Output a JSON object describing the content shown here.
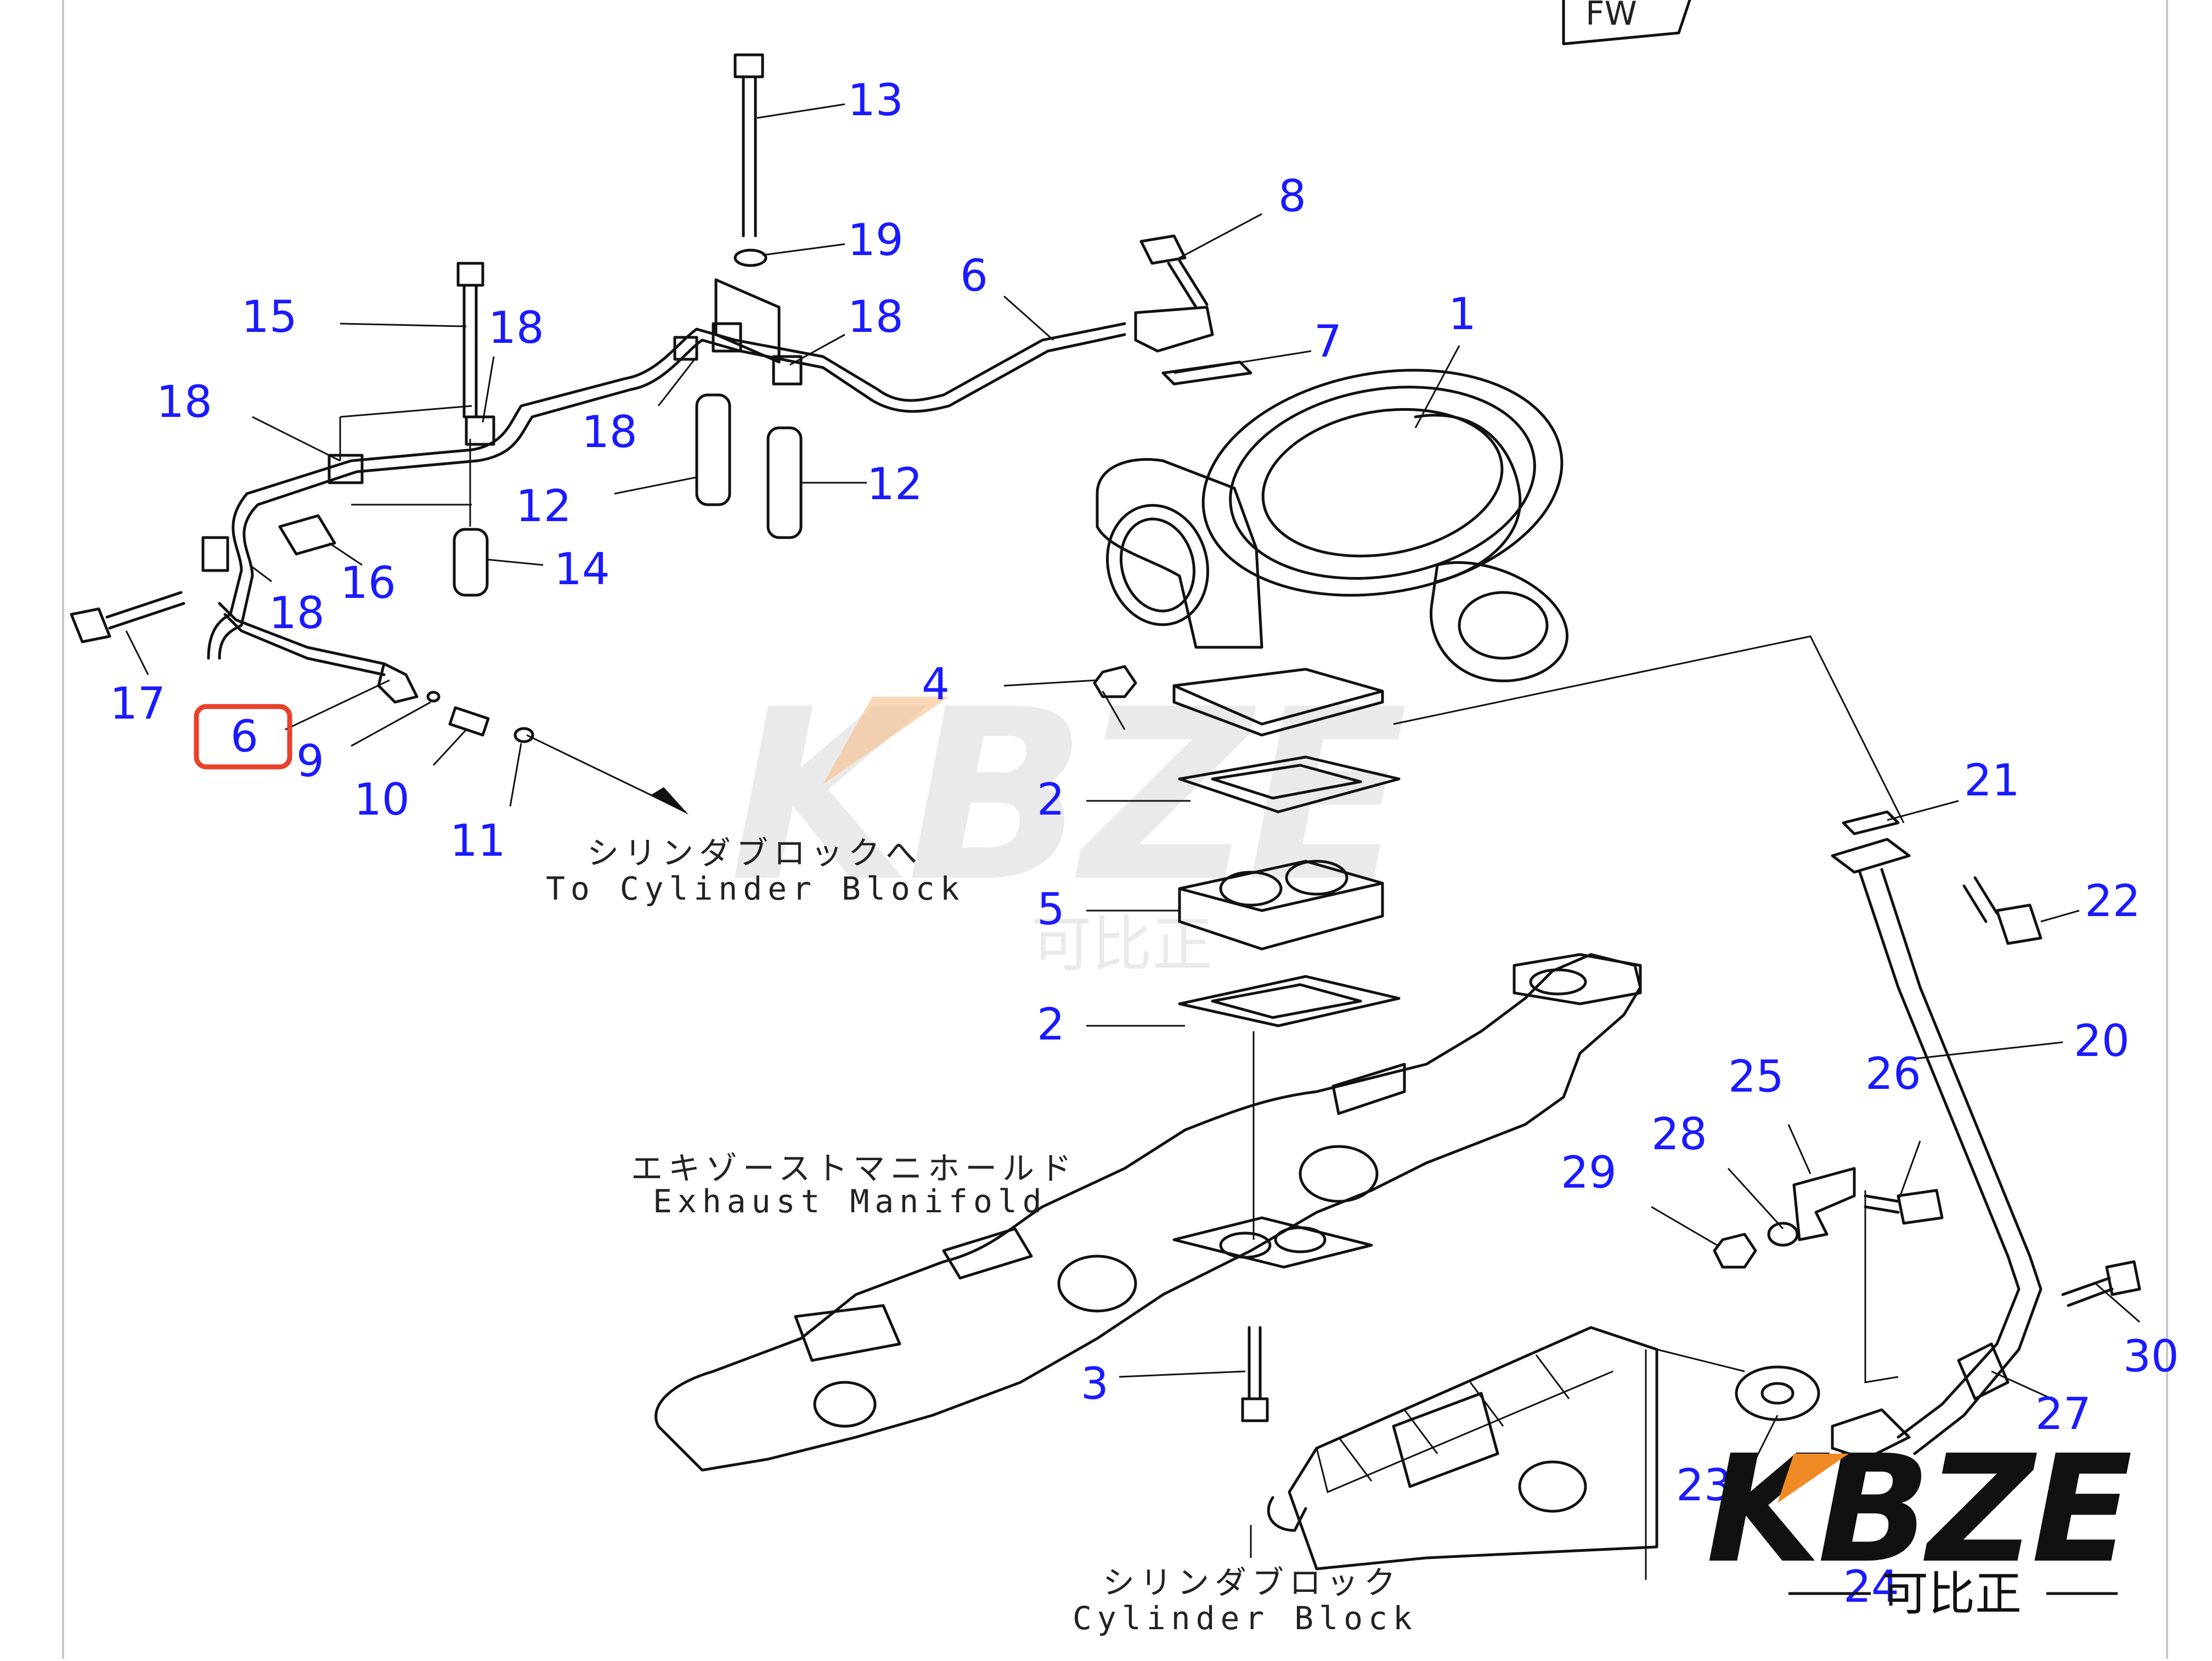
{
  "colors": {
    "callout": "#1a1aff",
    "highlight": "#e8412c",
    "watermark_orange": "#f08a24",
    "watermark_gray": "#d9d9d9",
    "logo_black": "#111111"
  },
  "callouts": [
    {
      "id": "c13",
      "label": "13"
    },
    {
      "id": "c19",
      "label": "19"
    },
    {
      "id": "c8",
      "label": "8"
    },
    {
      "id": "c6a",
      "label": "6"
    },
    {
      "id": "c18a",
      "label": "18"
    },
    {
      "id": "c18b",
      "label": "18"
    },
    {
      "id": "c15",
      "label": "15"
    },
    {
      "id": "c18c",
      "label": "18"
    },
    {
      "id": "c18d",
      "label": "18"
    },
    {
      "id": "c7",
      "label": "7"
    },
    {
      "id": "c1",
      "label": "1"
    },
    {
      "id": "c12a",
      "label": "12"
    },
    {
      "id": "c12b",
      "label": "12"
    },
    {
      "id": "c14",
      "label": "14"
    },
    {
      "id": "c16",
      "label": "16"
    },
    {
      "id": "c18e",
      "label": "18"
    },
    {
      "id": "c17",
      "label": "17"
    },
    {
      "id": "c6b",
      "label": "6"
    },
    {
      "id": "c9",
      "label": "9"
    },
    {
      "id": "c10",
      "label": "10"
    },
    {
      "id": "c11",
      "label": "11"
    },
    {
      "id": "c4",
      "label": "4"
    },
    {
      "id": "c2a",
      "label": "2"
    },
    {
      "id": "c5",
      "label": "5"
    },
    {
      "id": "c2b",
      "label": "2"
    },
    {
      "id": "c21",
      "label": "21"
    },
    {
      "id": "c22",
      "label": "22"
    },
    {
      "id": "c20",
      "label": "20"
    },
    {
      "id": "c25",
      "label": "25"
    },
    {
      "id": "c26",
      "label": "26"
    },
    {
      "id": "c28",
      "label": "28"
    },
    {
      "id": "c29",
      "label": "29"
    },
    {
      "id": "c3",
      "label": "3"
    },
    {
      "id": "c30",
      "label": "30"
    },
    {
      "id": "c27",
      "label": "27"
    },
    {
      "id": "c23",
      "label": "23"
    },
    {
      "id": "c24",
      "label": "24"
    }
  ],
  "captions": {
    "to_cylinder_jp": "シリンダブロックへ",
    "to_cylinder_en": "To Cylinder Block",
    "exhaust_jp": "エキゾーストマニホールド",
    "exhaust_en": "Exhaust Manifold",
    "cylinder_jp": "シリンダブロック",
    "cylinder_en": "Cylinder Block"
  },
  "watermark": {
    "text": "KBZE",
    "sub": "可比正"
  },
  "logo": {
    "text": "KBZE",
    "sub": "可比正"
  },
  "corner_mark": "FW"
}
